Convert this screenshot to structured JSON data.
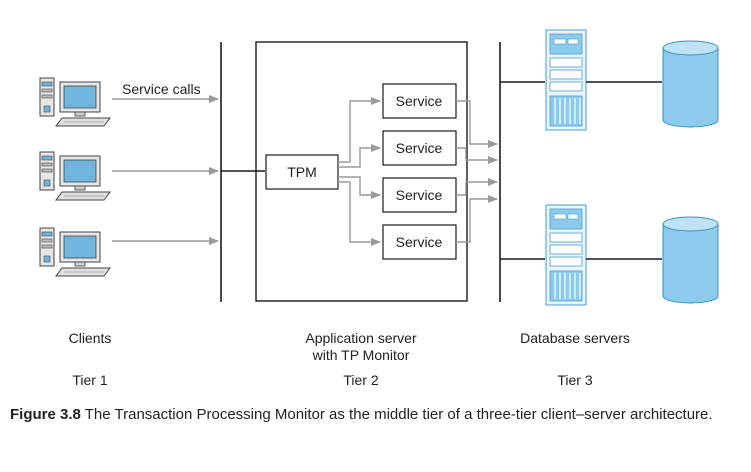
{
  "labels": {
    "service_calls": "Service calls",
    "tpm": "TPM",
    "service": "Service"
  },
  "tiers": [
    {
      "name": "Clients",
      "tier": "Tier 1"
    },
    {
      "name_line1": "Application server",
      "name_line2": "with TP Monitor",
      "tier": "Tier 2"
    },
    {
      "name": "Database servers",
      "tier": "Tier 3"
    }
  ],
  "caption": {
    "figure_number": "Figure 3.8",
    "text": "The Transaction Processing Monitor as the middle tier of a three-tier client–server architecture."
  },
  "colors": {
    "client_blue": "#6fb6df",
    "database_blue": "#8ccbec",
    "connector_gray": "#9a9a9a",
    "line_dark": "#1a1a1a"
  }
}
